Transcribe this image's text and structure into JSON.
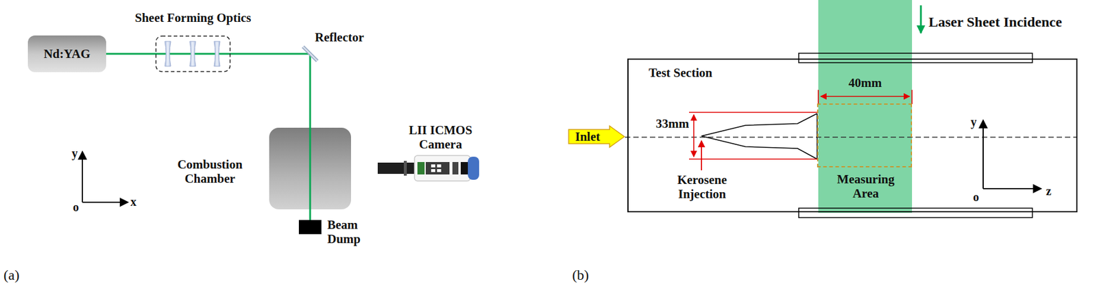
{
  "diagram": {
    "nodes": [
      {
        "text": [
          "Nd:YAG"
        ]
      },
      {
        "text": [
          "Sheet Forming Optics"
        ]
      },
      {
        "text": [
          "Reflector"
        ]
      },
      {
        "text": [
          "Combustion Chamber"
        ]
      },
      {
        "text": [
          "Beam Dump"
        ]
      },
      {
        "text": [
          "LII ICMOS Camera"
        ]
      },
      {
        "text": [
          "Inlet"
        ]
      },
      {
        "text": [
          "Test Section"
        ]
      },
      {
        "text": [
          "Measuring Area"
        ],
        "in": 7
      }
    ],
    "edges": [
      {
        "from": 0,
        "to": 1,
        "arrow": "none"
      },
      {
        "from": 1,
        "to": 2,
        "arrow": "none"
      },
      {
        "from": 2,
        "to": 3,
        "arrow": "none"
      },
      {
        "from": 3,
        "to": 4,
        "arrow": "none"
      }
    ],
    "labels": [
      "y",
      "o",
      "x",
      "(a)",
      "Laser Sheet Incidence",
      "40mm",
      "33mm",
      "Kerosene Injection",
      "y",
      "o",
      "z",
      "(b)"
    ]
  }
}
